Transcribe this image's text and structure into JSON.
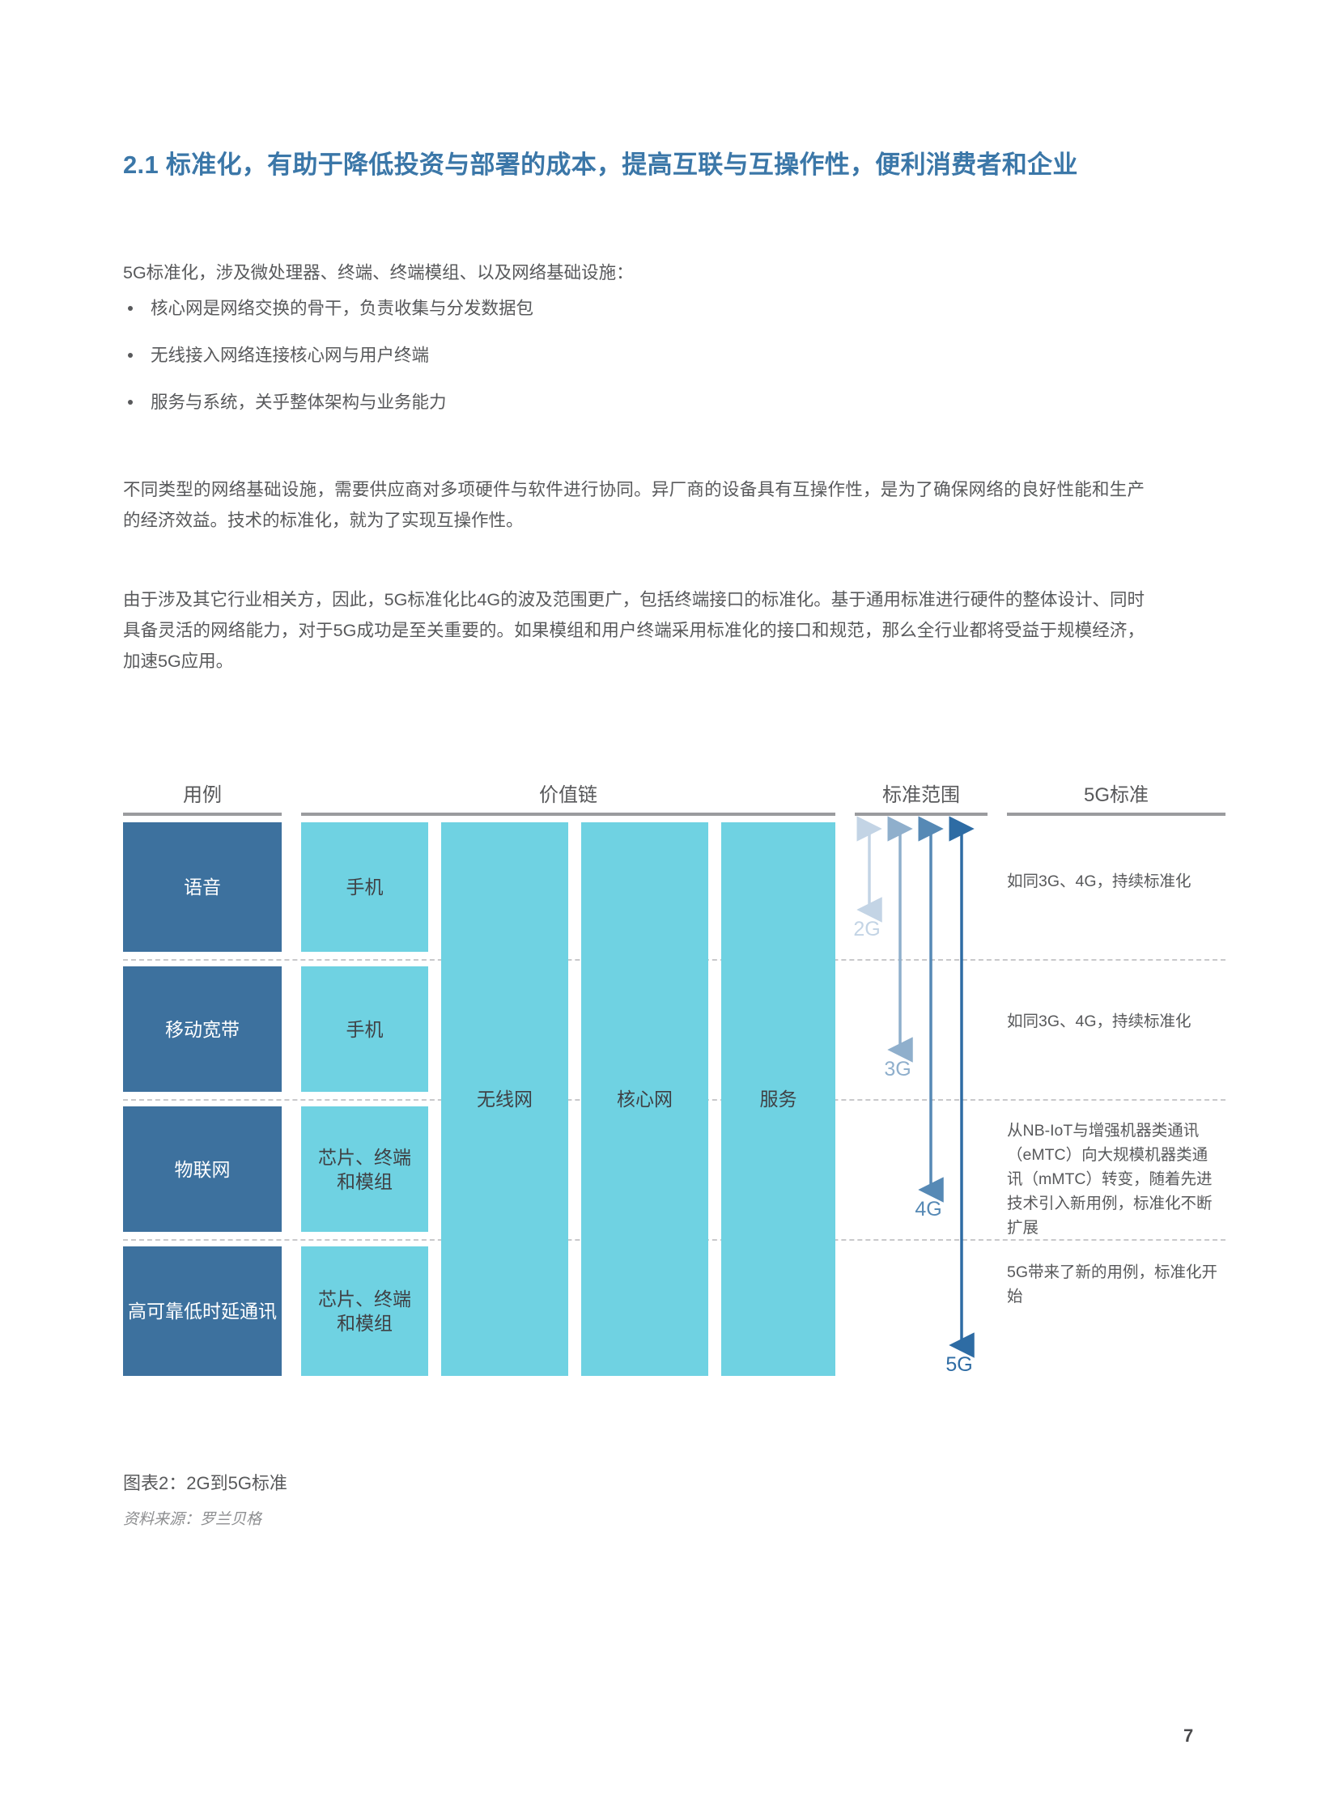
{
  "heading": {
    "number": "2.1",
    "text": "2.1  标准化，有助于降低投资与部署的成本，提高互联与互操作性，便利消费者和企业",
    "color": "#3B77A8"
  },
  "body": {
    "intro": "5G标准化，涉及微处理器、终端、终端模组、以及网络基础设施：",
    "bullets": [
      "核心网是网络交换的骨干，负责收集与分发数据包",
      "无线接入网络连接核心网与用户终端",
      "服务与系统，关乎整体架构与业务能力"
    ],
    "paragraph_1": "不同类型的网络基础设施，需要供应商对多项硬件与软件进行协同。异厂商的设备具有互操作性，是为了确保网络的良好性能和生产的经济效益。技术的标准化，就为了实现互操作性。",
    "paragraph_2": "由于涉及其它行业相关方，因此，5G标准化比4G的波及范围更广，包括终端接口的标准化。基于通用标准进行硬件的整体设计、同时具备灵活的网络能力，对于5G成功是至关重要的。如果模组和用户终端采用标准化的接口和规范，那么全行业都将受益于规模经济，加速5G应用。"
  },
  "chart_data": {
    "type": "diagram",
    "title": "图表2：2G到5G标准",
    "source": "资料来源：罗兰贝格",
    "column_headers": [
      "用例",
      "价值链",
      "标准范围",
      "5G标准"
    ],
    "rows": [
      {
        "usecase": "语音",
        "value_chain_first": "手机",
        "standard_note": "如同3G、4G，持续标准化"
      },
      {
        "usecase": "移动宽带",
        "value_chain_first": "手机",
        "standard_note": "如同3G、4G，持续标准化"
      },
      {
        "usecase": "物联网",
        "value_chain_first": "芯片、终端和模组",
        "standard_note": "从NB-IoT与增强机器类通讯（eMTC）向大规模机器类通讯（mMTC）转变，随着先进技术引入新用例，标准化不断扩展"
      },
      {
        "usecase": "高可靠低时延通讯",
        "value_chain_first": "芯片、终端和模组",
        "standard_note": "5G带来了新的用例，标准化开始"
      }
    ],
    "value_chain_spanning": [
      "无线网",
      "核心网",
      "服务"
    ],
    "generations": [
      {
        "label": "2G",
        "color": "#C3D4E5",
        "ends_at_row": 1
      },
      {
        "label": "3G",
        "color": "#8FAFCC",
        "ends_at_row": 2
      },
      {
        "label": "4G",
        "color": "#5689B5",
        "ends_at_row": 3
      },
      {
        "label": "5G",
        "color": "#2E6CA4",
        "ends_at_row": 4
      }
    ],
    "colors": {
      "usecase_bar": "#3D719E",
      "value_chain_bar": "#6FD2E2",
      "rule": "#9a9b9e",
      "row_divider": "#c9c9cb"
    }
  },
  "page_number": "7"
}
